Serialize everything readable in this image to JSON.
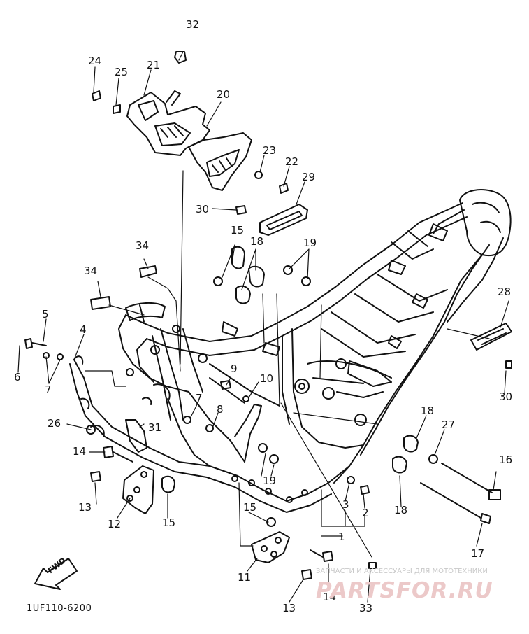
{
  "diagram_code": "1UF110-6200",
  "direction_label": "FWD",
  "watermark": {
    "tagline": "ЗАПЧАСТИ И АКСЕССУАРЫ ДЛЯ МОТОТЕХНИКИ",
    "logo": "PARTSFOR.RU"
  },
  "callouts": {
    "c32": "32",
    "c24": "24",
    "c25": "25",
    "c21": "21",
    "c20": "20",
    "c23": "23",
    "c22": "22",
    "c29": "29",
    "c30_top": "30",
    "c15_top": "15",
    "c18_top": "18",
    "c19_top": "19",
    "c34_a": "34",
    "c34_b": "34",
    "c28": "28",
    "c5": "5",
    "c4": "4",
    "c6": "6",
    "c7_left": "7",
    "c9": "9",
    "c10": "10",
    "c7_mid": "7",
    "c8": "8",
    "c30_right": "30",
    "c26": "26",
    "c31": "31",
    "c14_left": "14",
    "c18_right": "18",
    "c27": "27",
    "c16": "16",
    "c19_mid": "19",
    "c13_left": "13",
    "c12": "12",
    "c15_mid": "15",
    "c15_low": "15",
    "c3": "3",
    "c2": "2",
    "c18_low": "18",
    "c1": "1",
    "c17": "17",
    "c11": "11",
    "c14_bottom": "14",
    "c13_bottom": "13",
    "c33": "33"
  }
}
